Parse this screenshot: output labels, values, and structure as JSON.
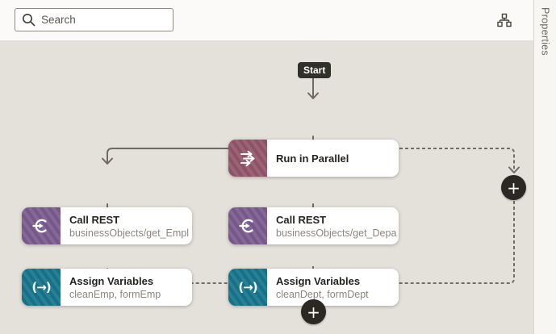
{
  "toolbar": {
    "search": {
      "placeholder": "Search"
    }
  },
  "side_panel": {
    "tab_label": "Properties"
  },
  "flow": {
    "start_label": "Start",
    "nodes": [
      {
        "id": "run-in-parallel",
        "title": "Run in Parallel",
        "subtitle": "",
        "icon": "parallel-arrows-icon",
        "color": "#94566b"
      },
      {
        "id": "call-rest-1",
        "title": "Call REST",
        "subtitle": "businessObjects/get_Empl",
        "icon": "rest-call-icon",
        "color": "#7b5c90"
      },
      {
        "id": "call-rest-2",
        "title": "Call REST",
        "subtitle": "businessObjects/get_Depa",
        "icon": "rest-call-icon",
        "color": "#7b5c90"
      },
      {
        "id": "assign-variables-1",
        "title": "Assign Variables",
        "subtitle": "cleanEmp, formEmp",
        "icon": "assign-variables-icon",
        "color": "#17768d"
      },
      {
        "id": "assign-variables-2",
        "title": "Assign Variables",
        "subtitle": "cleanDept, formDept",
        "icon": "assign-variables-icon",
        "color": "#17768d"
      }
    ],
    "assign_glyph": "(→)",
    "add_button_label": "+"
  },
  "colors": {
    "canvas_bg": "#e4e1db",
    "topbar_bg": "#fbfaf8",
    "panel_bg": "#f7f6f3",
    "node_bg": "#ffffff",
    "parallel_icon": "#94566b",
    "rest_icon": "#7b5c90",
    "assign_icon": "#17768d",
    "start_badge_bg": "#32302b",
    "plus_bg": "#2b2824",
    "connector": "#6f6a63",
    "subtitle_text": "#8b857e"
  }
}
